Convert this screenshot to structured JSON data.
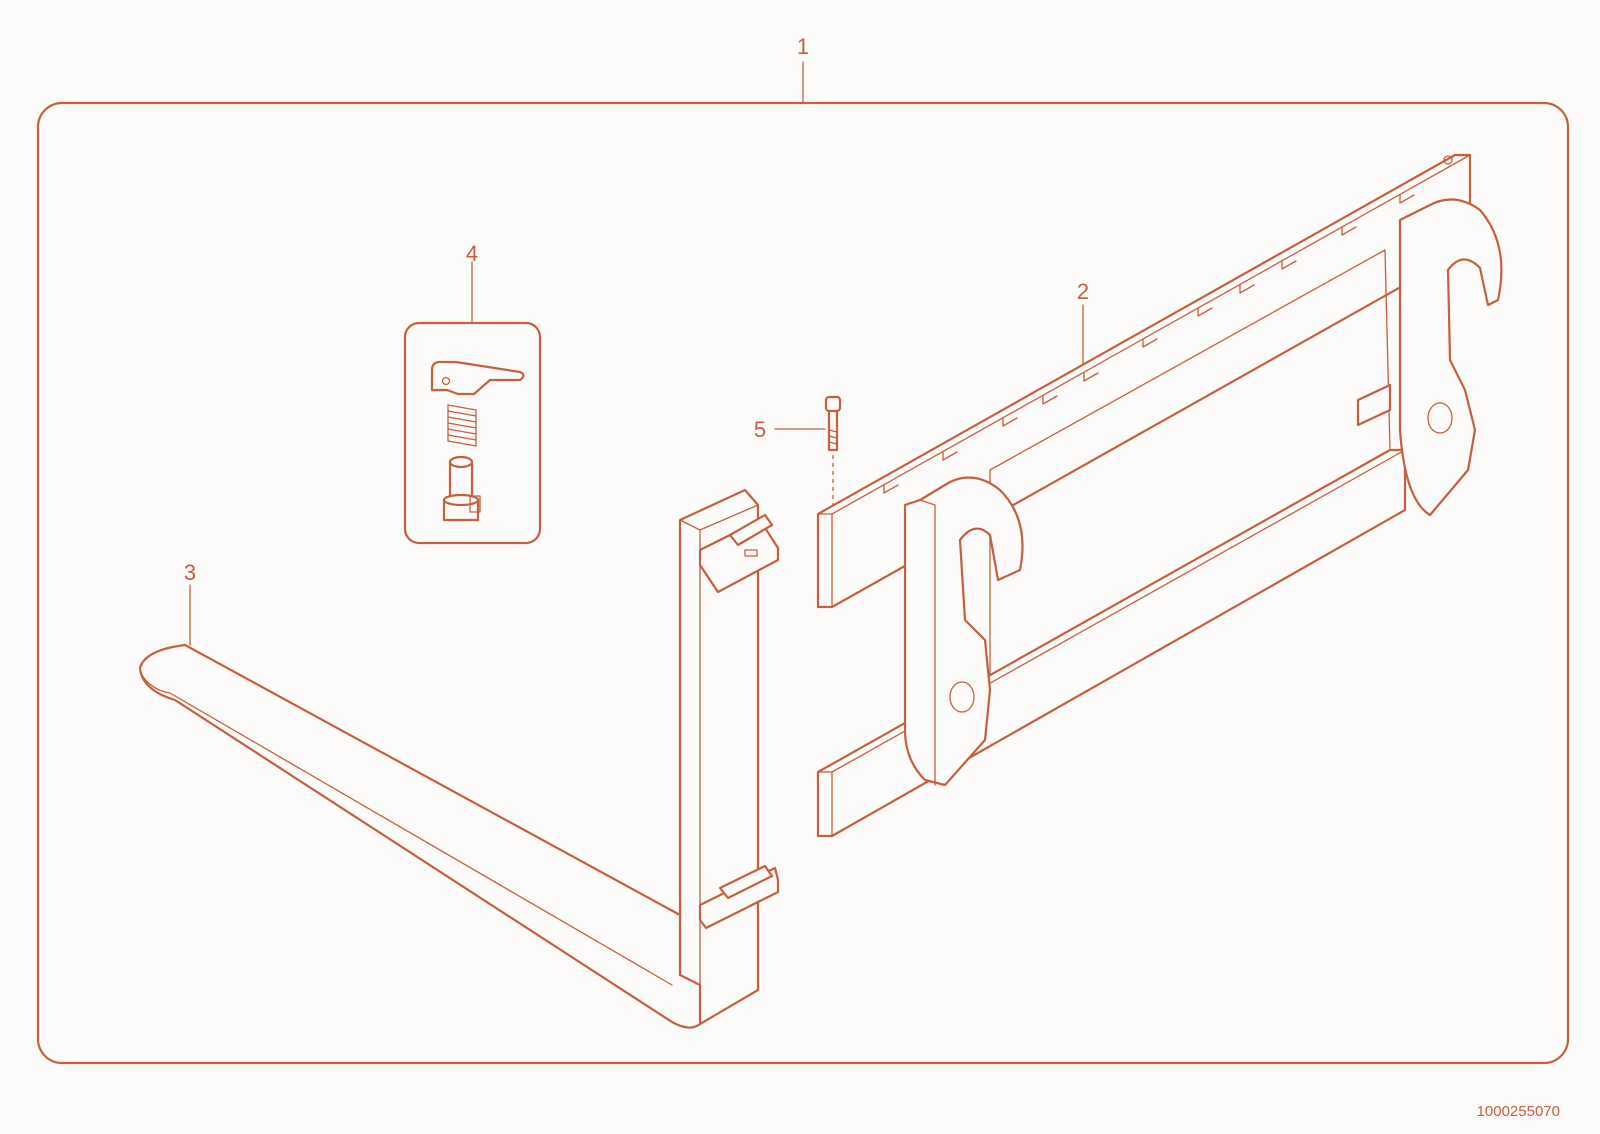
{
  "callouts": {
    "assembly": "1",
    "carriage": "2",
    "fork": "3",
    "lock_kit": "4",
    "bolt": "5"
  },
  "document_number": "1000255070",
  "colors": {
    "line": "#c55f3f",
    "background": "#fcfbf9"
  }
}
